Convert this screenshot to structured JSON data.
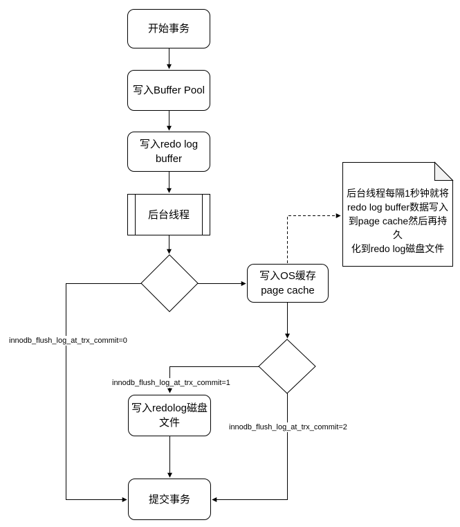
{
  "diagram": {
    "title": "innodb redo log flush flowchart",
    "colors": {
      "background": "#ffffff",
      "stroke": "#000000",
      "text": "#000000",
      "note_fold": "#f2f2f2"
    },
    "nodes": {
      "start": {
        "label": "开始事务"
      },
      "buffer_pool": {
        "label": "写入Buffer Pool"
      },
      "redo_log_buffer": {
        "label": "写入redo log\nbuffer"
      },
      "background_thread": {
        "label": "后台线程"
      },
      "os_cache": {
        "label": "写入OS缓存\npage cache"
      },
      "redolog_disk": {
        "label": "写入redolog磁盘\n文件"
      },
      "commit": {
        "label": "提交事务"
      },
      "note": {
        "label": "后台线程每隔1秒钟就将\nredo log buffer数据写入\n到page cache然后再持久\n化到redo log磁盘文件"
      }
    },
    "edge_labels": {
      "commit0": "innodb_flush_log_at_trx_commit=0",
      "commit1": "innodb_flush_log_at_trx_commit=1",
      "commit2": "innodb_flush_log_at_trx_commit=2"
    }
  }
}
